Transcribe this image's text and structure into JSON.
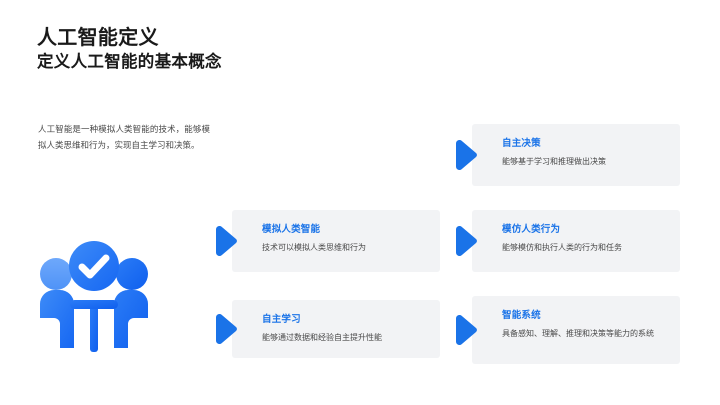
{
  "header": {
    "title": "人工智能定义",
    "subtitle": "定义人工智能的基本概念"
  },
  "intro": {
    "text": "人工智能是一种模拟人类智能的技术，能够模拟人类思维和行为，实现自主学习和决策。"
  },
  "illustration": {
    "name": "people-check-icon",
    "colors": {
      "light_blue": "#5b9cf8",
      "mid_blue": "#2b7cf6",
      "deep_blue": "#1667f2",
      "check_white": "#ffffff"
    }
  },
  "theme": {
    "accent": "#1a73e8",
    "card_background": "#f2f3f5",
    "page_background": "#ffffff",
    "body_text": "#4a4a4a",
    "heading_text": "#1a1a1a",
    "arrow_color": "#1a73e8"
  },
  "cards": [
    {
      "id": "autonomous-decision",
      "heading": "自主决策",
      "description": "能够基于学习和推理做出决策"
    },
    {
      "id": "simulate-intelligence",
      "heading": "模拟人类智能",
      "description": "技术可以模拟人类思维和行为"
    },
    {
      "id": "mimic-behavior",
      "heading": "模仿人类行为",
      "description": "能够模仿和执行人类的行为和任务"
    },
    {
      "id": "self-learning",
      "heading": "自主学习",
      "description": "能够通过数据和经验自主提升性能"
    },
    {
      "id": "intelligent-system",
      "heading": "智能系统",
      "description": "具备感知、理解、推理和决策等能力的系统"
    }
  ]
}
